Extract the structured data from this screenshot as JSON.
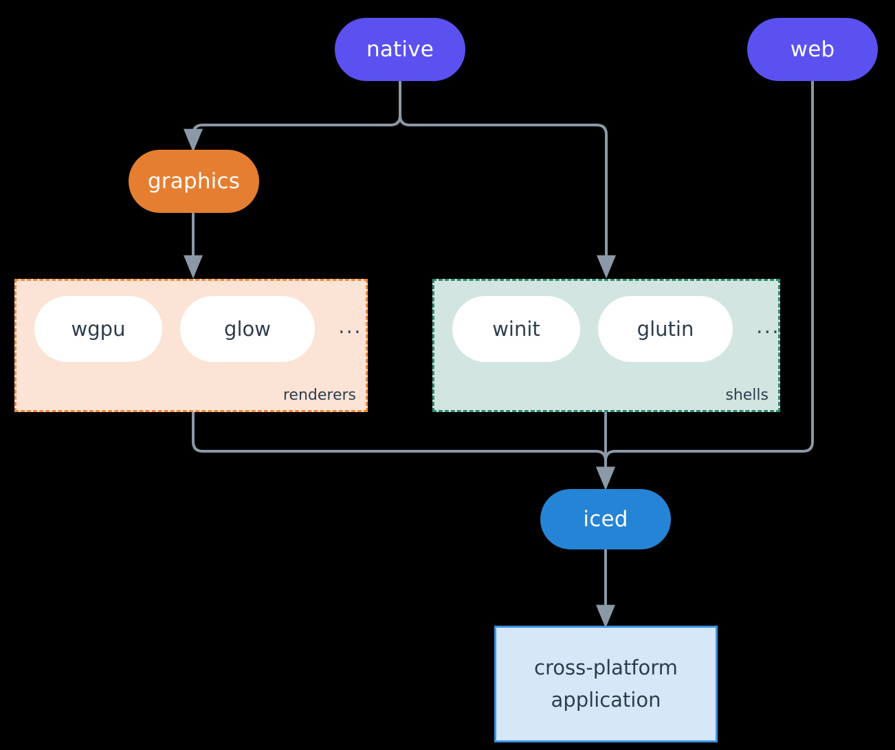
{
  "diagram": {
    "type": "flowchart",
    "background_color": "#000000",
    "edge_color": "#8b98a5",
    "nodes": {
      "native": {
        "label": "native",
        "shape": "pill",
        "fill": "#5b50f0",
        "text_color": "#ffffff"
      },
      "web": {
        "label": "web",
        "shape": "pill",
        "fill": "#5b50f0",
        "text_color": "#ffffff"
      },
      "graphics": {
        "label": "graphics",
        "shape": "pill",
        "fill": "#e57e30",
        "text_color": "#ffffff"
      },
      "iced": {
        "label": "iced",
        "shape": "pill",
        "fill": "#2584d6",
        "text_color": "#ffffff"
      },
      "application": {
        "line1": "cross-platform",
        "line2": "application",
        "shape": "rectangle",
        "fill": "#d6e8f8",
        "border_color": "#3a94e0",
        "text_color": "#2e3d4d"
      }
    },
    "groups": {
      "renderers": {
        "label": "renderers",
        "fill": "#fbe4d5",
        "border_color": "#ef8a3c",
        "border_style": "dashed",
        "items": [
          {
            "label": "wgpu"
          },
          {
            "label": "glow"
          }
        ],
        "more": "..."
      },
      "shells": {
        "label": "shells",
        "fill": "#d3e5e0",
        "border_color": "#2f8a72",
        "border_style": "dashed",
        "items": [
          {
            "label": "winit"
          },
          {
            "label": "glutin"
          }
        ],
        "more": "..."
      }
    },
    "edges": [
      {
        "from": "native",
        "to": "graphics"
      },
      {
        "from": "native",
        "to": "shells"
      },
      {
        "from": "graphics",
        "to": "renderers"
      },
      {
        "from": "renderers",
        "to": "iced"
      },
      {
        "from": "shells",
        "to": "iced"
      },
      {
        "from": "web",
        "to": "iced"
      },
      {
        "from": "iced",
        "to": "application"
      }
    ]
  }
}
